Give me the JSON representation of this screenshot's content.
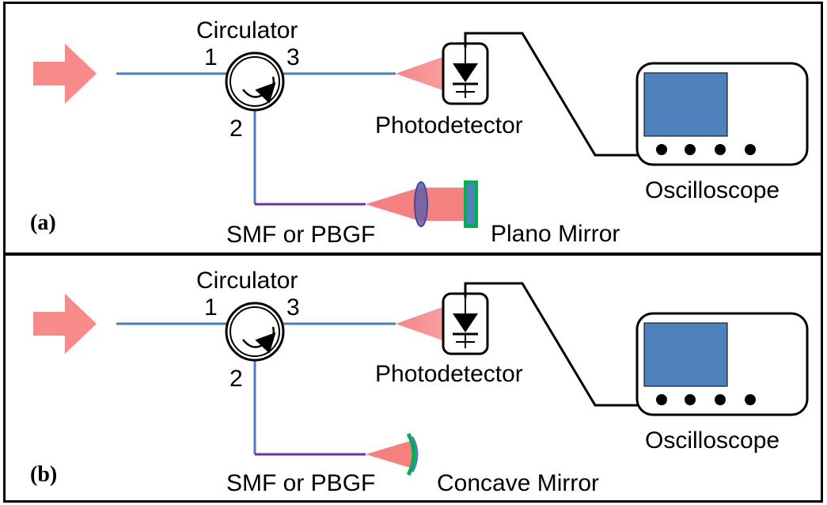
{
  "panels": [
    {
      "tag": "(a)",
      "circulator": "Circulator",
      "port1": "1",
      "port2": "2",
      "port3": "3",
      "photodetector": "Photodetector",
      "oscilloscope": "Oscilloscope",
      "fiber": "SMF or PBGF",
      "mirror": "Plano Mirror"
    },
    {
      "tag": "(b)",
      "circulator": "Circulator",
      "port1": "1",
      "port2": "2",
      "port3": "3",
      "photodetector": "Photodetector",
      "oscilloscope": "Oscilloscope",
      "fiber": "SMF or PBGF",
      "mirror": "Concave Mirror"
    }
  ],
  "colors": {
    "input_arrow": "#f98a8a",
    "fiber_blue": "#4a7ebb",
    "fiber_purple": "#7030a0",
    "beam": "#f48080",
    "screen": "#4f81bd",
    "mirror_frame": "#00b050",
    "lens": "#4f5fa8"
  }
}
